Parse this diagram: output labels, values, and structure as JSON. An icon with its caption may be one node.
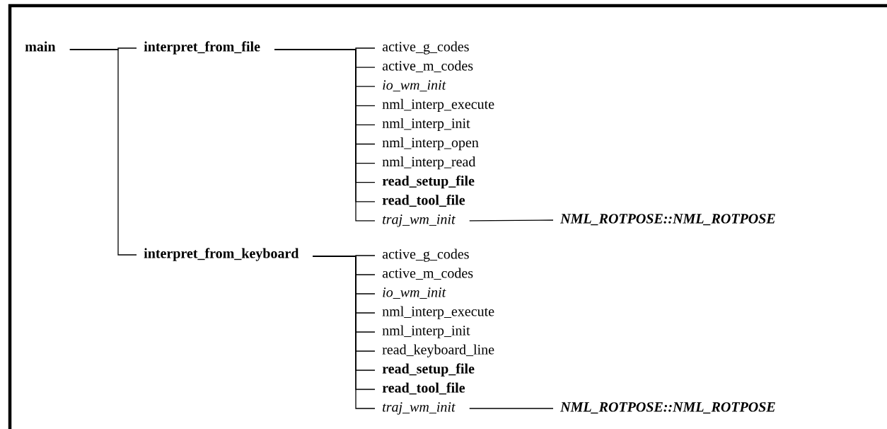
{
  "diagram": {
    "nodes": [
      {
        "text": [
          "main"
        ]
      },
      {
        "text": [
          "interpret_from_file"
        ]
      },
      {
        "text": [
          "active_g_codes"
        ]
      },
      {
        "text": [
          "active_m_codes"
        ]
      },
      {
        "text": [
          "io_wm_init"
        ]
      },
      {
        "text": [
          "nml_interp_execute"
        ]
      },
      {
        "text": [
          "nml_interp_init"
        ]
      },
      {
        "text": [
          "nml_interp_open"
        ]
      },
      {
        "text": [
          "nml_interp_read"
        ]
      },
      {
        "text": [
          "read_setup_file"
        ]
      },
      {
        "text": [
          "read_tool_file"
        ]
      },
      {
        "text": [
          "traj_wm_init"
        ]
      },
      {
        "text": [
          "NML_ROTPOSE::NML_ROTPOSE"
        ]
      },
      {
        "text": [
          "interpret_from_keyboard"
        ]
      },
      {
        "text": [
          "active_g_codes"
        ]
      },
      {
        "text": [
          "active_m_codes"
        ]
      },
      {
        "text": [
          "io_wm_init"
        ]
      },
      {
        "text": [
          "nml_interp_execute"
        ]
      },
      {
        "text": [
          "nml_interp_init"
        ]
      },
      {
        "text": [
          "read_keyboard_line"
        ]
      },
      {
        "text": [
          "read_setup_file"
        ]
      },
      {
        "text": [
          "read_tool_file"
        ]
      },
      {
        "text": [
          "traj_wm_init"
        ]
      },
      {
        "text": [
          "NML_ROTPOSE::NML_ROTPOSE"
        ]
      }
    ],
    "edges": [
      {
        "from": 0,
        "to": 1,
        "arrow": "none"
      },
      {
        "from": 0,
        "to": 13,
        "arrow": "none"
      },
      {
        "from": 1,
        "to": 2,
        "arrow": "none"
      },
      {
        "from": 1,
        "to": 3,
        "arrow": "none"
      },
      {
        "from": 1,
        "to": 4,
        "arrow": "none"
      },
      {
        "from": 1,
        "to": 5,
        "arrow": "none"
      },
      {
        "from": 1,
        "to": 6,
        "arrow": "none"
      },
      {
        "from": 1,
        "to": 7,
        "arrow": "none"
      },
      {
        "from": 1,
        "to": 8,
        "arrow": "none"
      },
      {
        "from": 1,
        "to": 9,
        "arrow": "none"
      },
      {
        "from": 1,
        "to": 10,
        "arrow": "none"
      },
      {
        "from": 1,
        "to": 11,
        "arrow": "none"
      },
      {
        "from": 11,
        "to": 12,
        "arrow": "none"
      },
      {
        "from": 13,
        "to": 14,
        "arrow": "none"
      },
      {
        "from": 13,
        "to": 15,
        "arrow": "none"
      },
      {
        "from": 13,
        "to": 16,
        "arrow": "none"
      },
      {
        "from": 13,
        "to": 17,
        "arrow": "none"
      },
      {
        "from": 13,
        "to": 18,
        "arrow": "none"
      },
      {
        "from": 13,
        "to": 19,
        "arrow": "none"
      },
      {
        "from": 13,
        "to": 20,
        "arrow": "none"
      },
      {
        "from": 13,
        "to": 21,
        "arrow": "none"
      },
      {
        "from": 13,
        "to": 22,
        "arrow": "none"
      },
      {
        "from": 22,
        "to": 23,
        "arrow": "none"
      }
    ]
  }
}
